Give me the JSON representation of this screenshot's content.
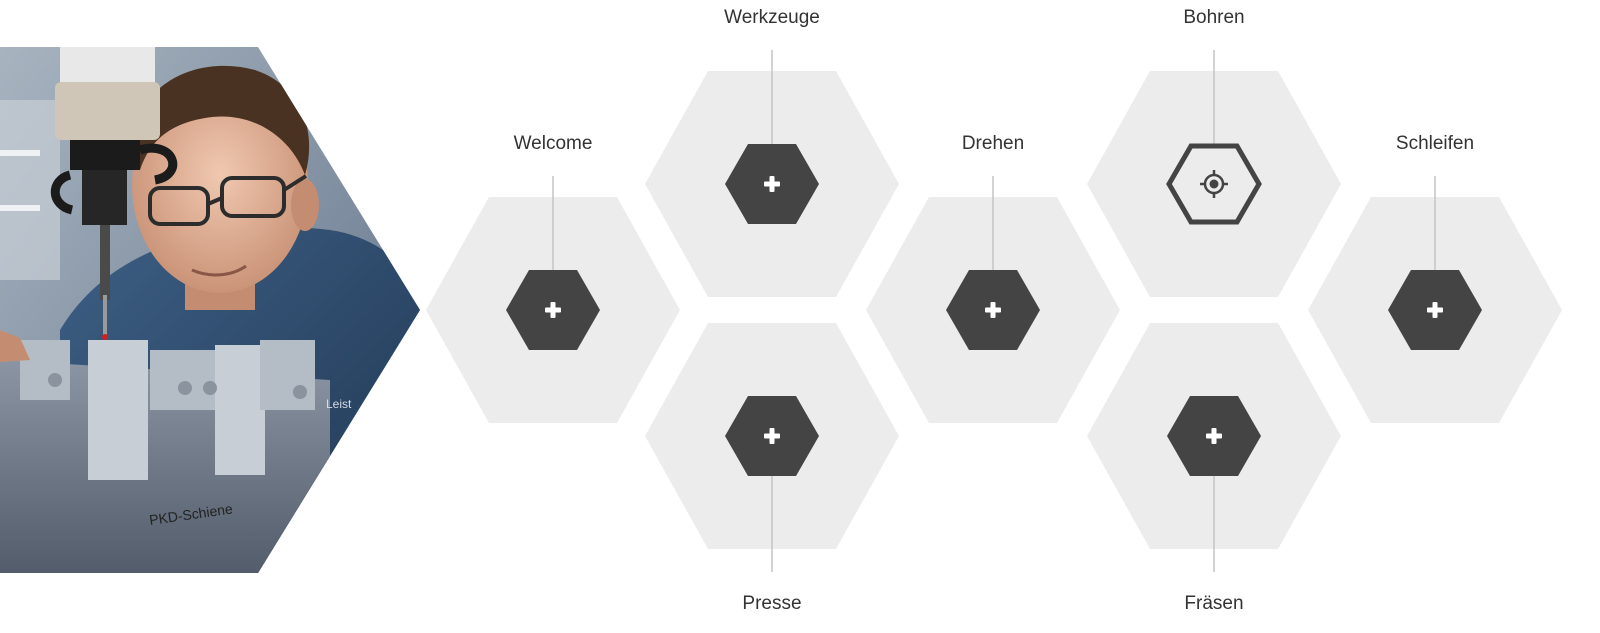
{
  "hero": {
    "photo_caption": "PKD-Schiene",
    "shirt_text": "Leist"
  },
  "hotspots": [
    {
      "id": "welcome",
      "label": "Welcome",
      "icon": "plus-icon",
      "label_pos": "top"
    },
    {
      "id": "werkzeuge",
      "label": "Werkzeuge",
      "icon": "plus-icon",
      "label_pos": "top"
    },
    {
      "id": "presse",
      "label": "Presse",
      "icon": "plus-icon",
      "label_pos": "bottom"
    },
    {
      "id": "drehen",
      "label": "Drehen",
      "icon": "plus-icon",
      "label_pos": "top"
    },
    {
      "id": "bohren",
      "label": "Bohren",
      "icon": "target-icon",
      "label_pos": "top",
      "selected": true
    },
    {
      "id": "fraesen",
      "label": "Fräsen",
      "icon": "plus-icon",
      "label_pos": "bottom"
    },
    {
      "id": "schleifen",
      "label": "Schleifen",
      "icon": "plus-icon",
      "label_pos": "top"
    }
  ],
  "colors": {
    "hex_background": "#ececec",
    "button_fill": "#444444",
    "connector": "#c4c4c4",
    "label_text": "#333333"
  }
}
